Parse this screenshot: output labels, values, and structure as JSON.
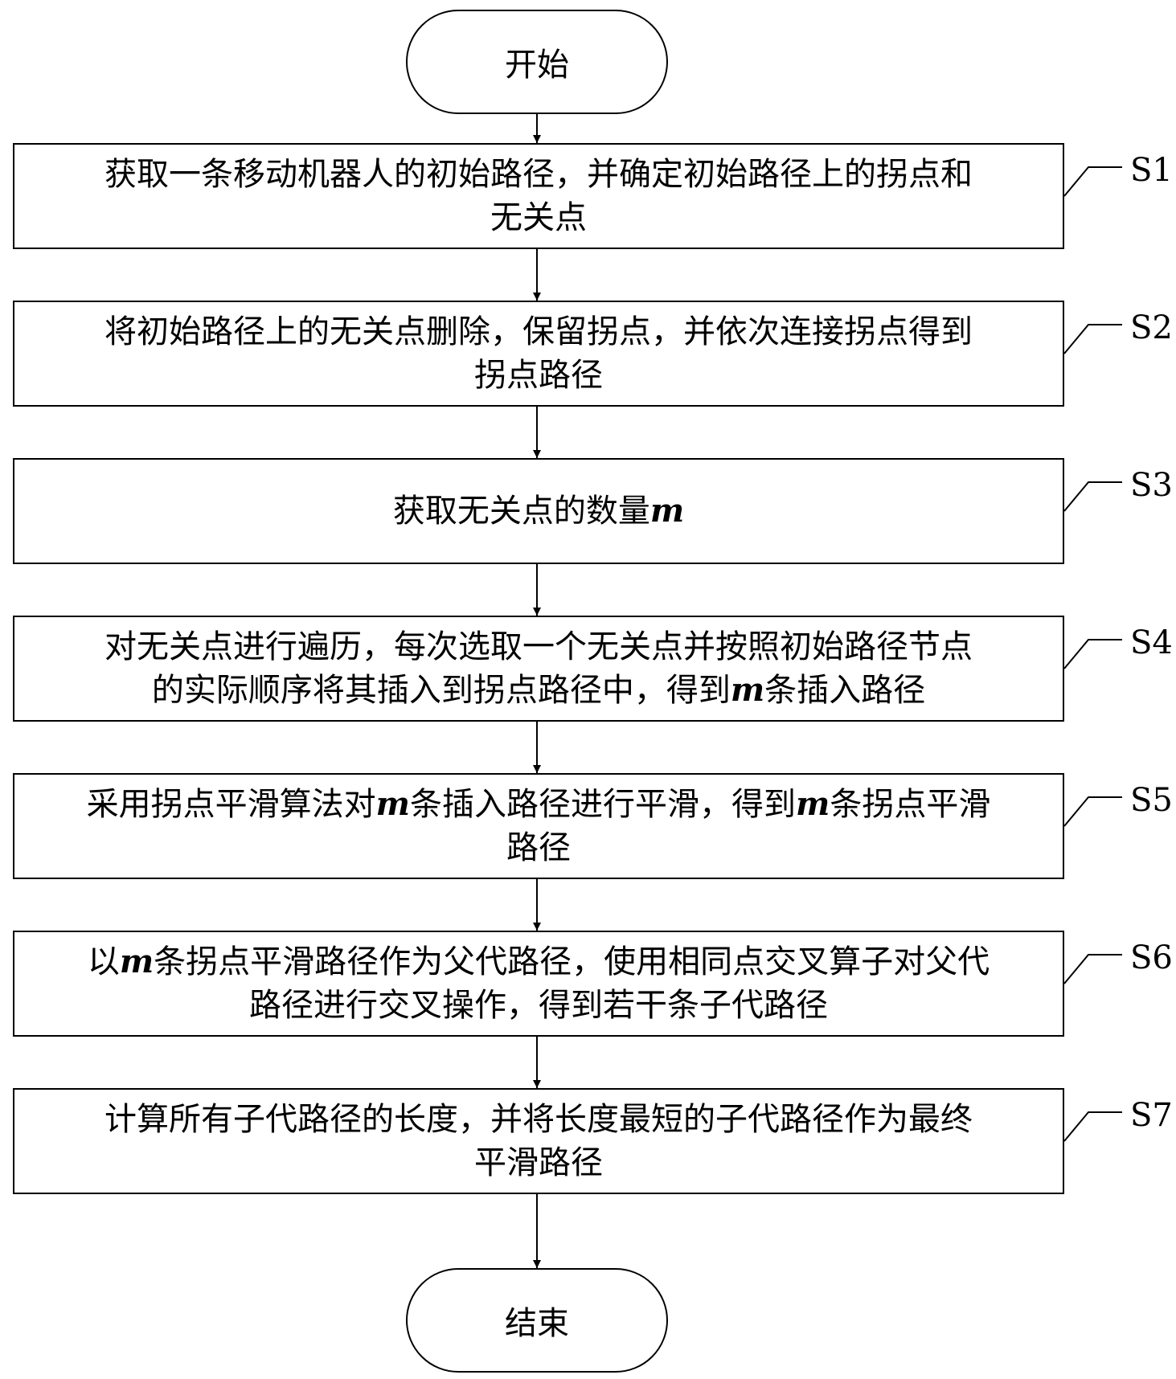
{
  "start_label": "开始",
  "end_label": "结束",
  "steps": [
    {
      "id": "S1",
      "text": "获取一条移动机器人的初始路径，并确定初始路径上的拐点和无关点"
    },
    {
      "id": "S2",
      "text": "将初始路径上的无关点删除，保留拐点，并依次连接拐点得到拐点路径"
    },
    {
      "id": "S3",
      "text": "获取无关点的数量m"
    },
    {
      "id": "S4",
      "text": "对无关点进行遍历，每次选取一个无关点并按照初始路径节点的实际顺序将其插入到拐点路径中，得到m条插入路径"
    },
    {
      "id": "S5",
      "text": "采用拐点平滑算法对m条插入路径进行平滑，得到m条拐点平滑路径"
    },
    {
      "id": "S6",
      "text": "以m条拐点平滑路径作为父代路径，使用相同点交叉算子对父代路径进行交叉操作，得到若干条子代路径"
    },
    {
      "id": "S7",
      "text": "计算所有子代路径的长度，并将长度最短的子代路径作为最终平滑路径"
    }
  ]
}
